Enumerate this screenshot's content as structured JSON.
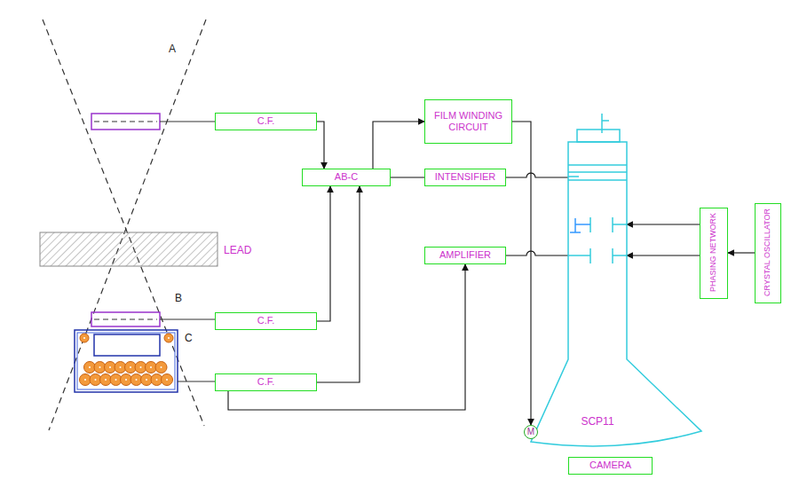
{
  "diagram": {
    "nodes": [
      {
        "text": [
          "FILM WINDING CIRCUIT"
        ]
      },
      {
        "text": [
          "C.F."
        ]
      },
      {
        "text": [
          "AB-C"
        ]
      },
      {
        "text": [
          "INTENSIFIER"
        ]
      },
      {
        "text": [
          "SCP11"
        ]
      },
      {
        "text": [
          "PHASING NETWORK"
        ]
      },
      {
        "text": [
          "CRYSTAL OSCILLATOR"
        ]
      },
      {
        "text": [
          "AMPLIFIER"
        ]
      },
      {
        "text": [
          "C.F."
        ]
      },
      {
        "text": [
          "C.F."
        ]
      },
      {
        "text": [
          "M"
        ]
      },
      {
        "text": [
          "CAMERA"
        ]
      }
    ],
    "edges": [
      {
        "from": 1,
        "to": 2,
        "arrow": "to"
      },
      {
        "from": 8,
        "to": 2,
        "arrow": "to"
      },
      {
        "from": 9,
        "to": 2,
        "arrow": "to"
      },
      {
        "from": 9,
        "to": 7,
        "arrow": "to"
      },
      {
        "from": 2,
        "to": 0,
        "arrow": "to"
      },
      {
        "from": 2,
        "to": 3,
        "arrow": "none"
      },
      {
        "from": 0,
        "to": 10,
        "arrow": "to"
      },
      {
        "from": 3,
        "to": 4,
        "arrow": "none"
      },
      {
        "from": 7,
        "to": 4,
        "arrow": "none"
      },
      {
        "from": 6,
        "to": 5,
        "arrow": "to"
      },
      {
        "from": 5,
        "to": 4,
        "arrow": "to"
      },
      {
        "from": 5,
        "to": 4,
        "arrow": "to"
      }
    ],
    "labels": [
      "A",
      "LEAD",
      "B",
      "C"
    ]
  }
}
